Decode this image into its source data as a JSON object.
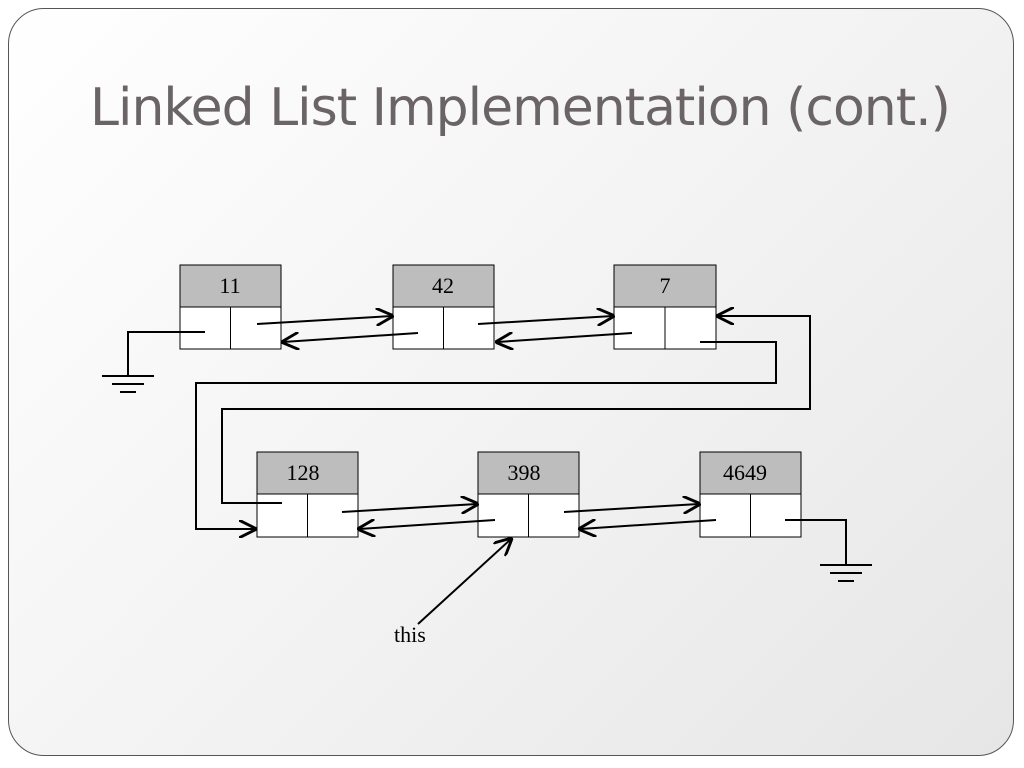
{
  "slide": {
    "title": "Linked List Implementation (cont.)"
  },
  "diagram": {
    "nodes": [
      {
        "value": "11"
      },
      {
        "value": "42"
      },
      {
        "value": "7"
      },
      {
        "value": "128"
      },
      {
        "value": "398"
      },
      {
        "value": "4649"
      }
    ],
    "pointer_label": "this"
  },
  "colors": {
    "node_header": "#bdbdbd",
    "title": "#6b6466",
    "border": "#555555"
  }
}
